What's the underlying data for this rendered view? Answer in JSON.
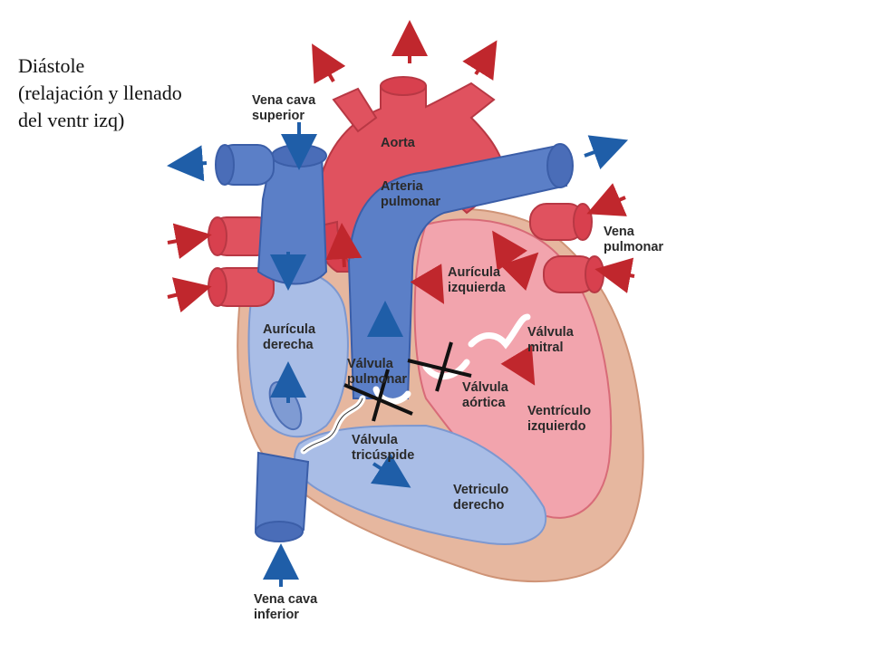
{
  "caption": {
    "line1": "Diástole",
    "line2": "(relajación y llenado",
    "line3": "del ventr izq)"
  },
  "labels": {
    "vena_cava_superior": [
      "Vena cava",
      "superior"
    ],
    "aorta": [
      "Aorta"
    ],
    "arteria_pulmonar": [
      "Arteria",
      "pulmonar"
    ],
    "vena_pulmonar": [
      "Vena",
      "pulmonar"
    ],
    "auricula_izquierda": [
      "Aurícula",
      "izquierda"
    ],
    "auricula_derecha": [
      "Aurícula",
      "derecha"
    ],
    "valvula_mitral": [
      "Válvula",
      "mitral"
    ],
    "valvula_pulmonar": [
      "Válvula",
      "pulmonar"
    ],
    "valvula_aortica": [
      "Válvula",
      "aórtica"
    ],
    "ventriculo_izquierdo": [
      "Ventrículo",
      "izquierdo"
    ],
    "valvula_tricuspide": [
      "Válvula",
      "tricúspide"
    ],
    "ventriculo_derecho": [
      "Vetriculo",
      "derecho"
    ],
    "vena_cava_inferior": [
      "Vena cava",
      "inferior"
    ]
  },
  "colors": {
    "oxygenated": "#e0525f",
    "oxygenated_light": "#f2a4ad",
    "deoxygenated": "#5b7fc7",
    "deoxygenated_light": "#a9bde6",
    "muscle": "#e6b79f",
    "arrow_red": "#c0272d",
    "arrow_blue": "#1f5ea8"
  }
}
